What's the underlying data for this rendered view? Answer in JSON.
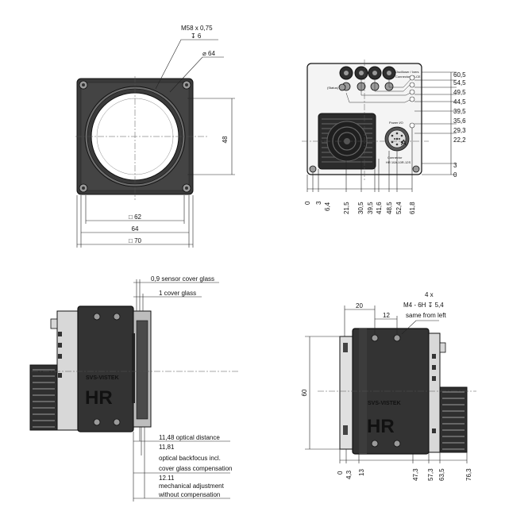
{
  "front_view": {
    "thread_label": "M58 x 0,75",
    "thread_depth": "↧ 6",
    "diameter_label": "⌀ 64",
    "height_label": "48",
    "square_62": "□ 62",
    "width_64": "64",
    "square_70": "□ 70"
  },
  "back_view": {
    "right_dims": [
      "60,5",
      "54,5",
      "49,5",
      "44,5",
      "39,5",
      "35,6",
      "29,3",
      "22,2",
      "3",
      "0"
    ],
    "bottom_dims": [
      "0",
      "3",
      "6,4",
      "21,5",
      "30,5",
      "39,5",
      "41,6",
      "48,5",
      "52,4",
      "61,8"
    ],
    "marker_a": "A",
    "conn_label_1": "Oscilloser / Ivers",
    "conn_label_2": "Connector TB-CE",
    "conn_label_3": "Power I/O",
    "conn_label_4": "Connector",
    "conn_label_5": "HR 10A-10R-12S",
    "conn_label_6": "(Status)"
  },
  "side_view": {
    "sensor_glass": "0,9 sensor cover glass",
    "cover_glass": "1 cover glass",
    "optical_distance": "11,48 optical distance",
    "backfocus_value": "11,81",
    "backfocus_line1": "optical backfocus incl.",
    "backfocus_line2": "cover glass compensation",
    "mech_value": "12.11",
    "mech_line1": "mechanical adjustment",
    "mech_line2": "without compensation",
    "brand_small": "SVS-VISTEK",
    "brand_big": "HR"
  },
  "top_view": {
    "count": "4 x",
    "thread_spec": "M4 - 6H ↧ 5,4",
    "same_from_left": "same from left",
    "dim_20": "20",
    "dim_12": "12",
    "height_60": "60",
    "bottom_dims": [
      "0",
      "4,3",
      "13",
      "47,3",
      "57,3",
      "63,5",
      "76,3"
    ],
    "brand_small": "SVS-VISTEK",
    "brand_big": "HR"
  },
  "colors": {
    "body": "#2f2f2f",
    "metal": "#9a9a9a",
    "line": "#222222"
  }
}
